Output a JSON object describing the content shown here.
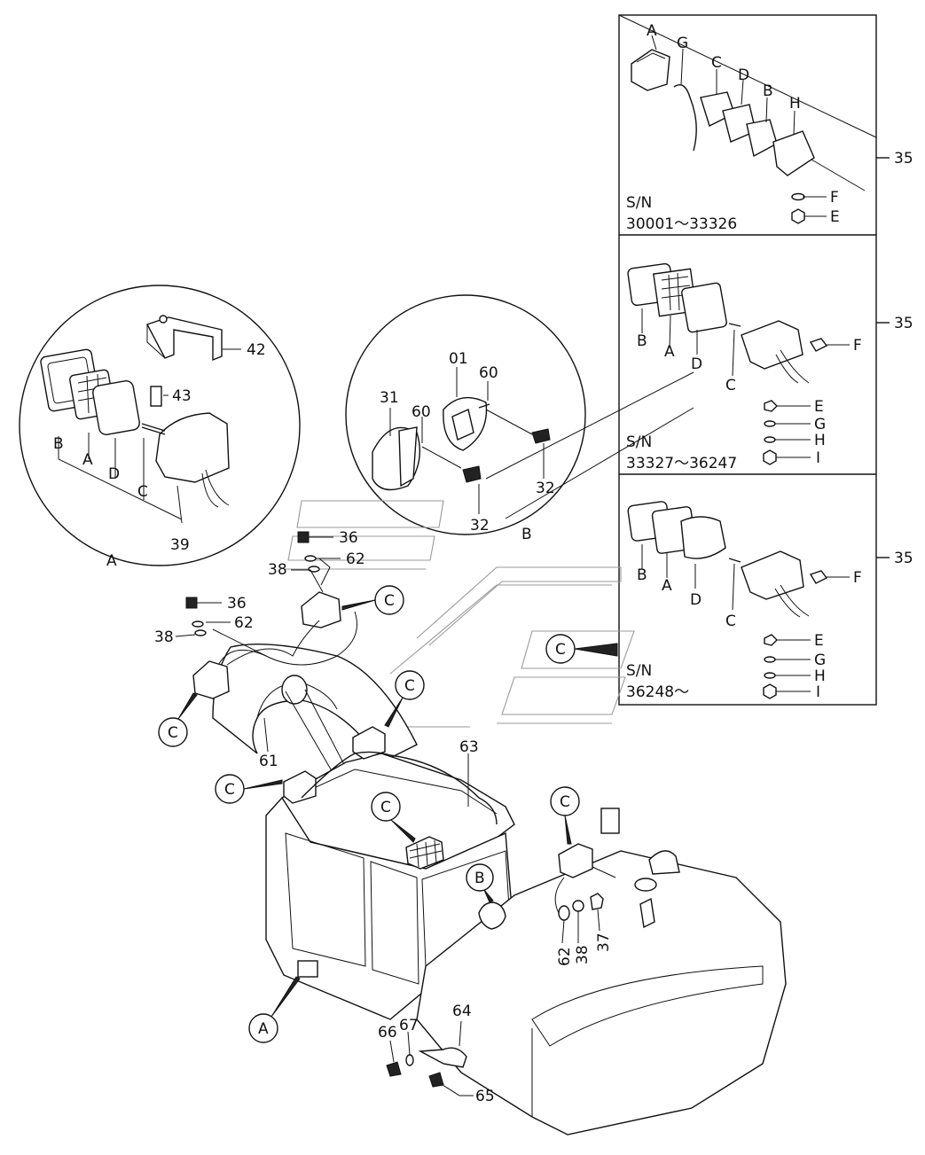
{
  "frames": {
    "top": {
      "sn_label": "S/N",
      "sn_range": "30001～33326",
      "part_no": "35",
      "letters": {
        "A": "A",
        "G": "G",
        "C": "C",
        "D": "D",
        "B": "B",
        "H": "H",
        "F": "F",
        "E": "E"
      }
    },
    "middle": {
      "sn_label": "S/N",
      "sn_range": "33327～36247",
      "part_no": "35",
      "letters": {
        "B": "B",
        "A": "A",
        "D": "D",
        "C": "C",
        "F": "F",
        "E": "E",
        "G": "G",
        "H": "H",
        "I": "I"
      }
    },
    "bottom": {
      "sn_label": "S/N",
      "sn_range": "36248～",
      "part_no": "35",
      "letters": {
        "B": "B",
        "A": "A",
        "D": "D",
        "C": "C",
        "F": "F",
        "E": "E",
        "G": "G",
        "H": "H",
        "I": "I"
      }
    }
  },
  "detail_a": {
    "letter": "A",
    "labels": {
      "p42": "42",
      "p43": "43",
      "p39": "39",
      "B": "B",
      "A": "A",
      "D": "D",
      "C": "C"
    }
  },
  "detail_b": {
    "letter": "B",
    "labels": {
      "p01": "01",
      "p60a": "60",
      "p31": "31",
      "p60b": "60",
      "p32a": "32",
      "p32b": "32"
    }
  },
  "main": {
    "callout_c": "C",
    "callout_a": "A",
    "callout_b": "B",
    "parts": {
      "p36a": "36",
      "p62a": "62",
      "p38a": "38",
      "p36b": "36",
      "p62b": "62",
      "p38b": "38",
      "p61": "61",
      "p63": "63",
      "p62c": "62",
      "p38c": "38",
      "p37": "37",
      "p64": "64",
      "p66": "66",
      "p67": "67",
      "p65": "65"
    }
  }
}
